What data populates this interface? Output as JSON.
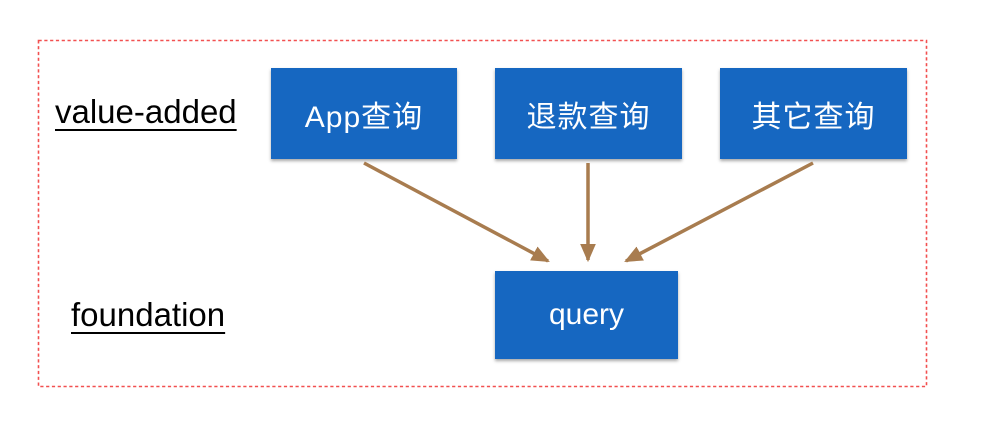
{
  "diagram": {
    "layers": {
      "value_added_label": "value-added",
      "foundation_label": "foundation"
    },
    "nodes": {
      "app_query": "App查询",
      "refund_query": "退款查询",
      "other_query": "其它查询",
      "query": "query"
    },
    "arrows": [
      {
        "from": "app_query",
        "to": "query"
      },
      {
        "from": "refund_query",
        "to": "query"
      },
      {
        "from": "other_query",
        "to": "query"
      }
    ],
    "colors": {
      "node_fill": "#1667c1",
      "node_text": "#ffffff",
      "arrow": "#a87c4f",
      "frame_border": "#f25050",
      "label_text": "#000000",
      "background": "#ffffff"
    }
  }
}
